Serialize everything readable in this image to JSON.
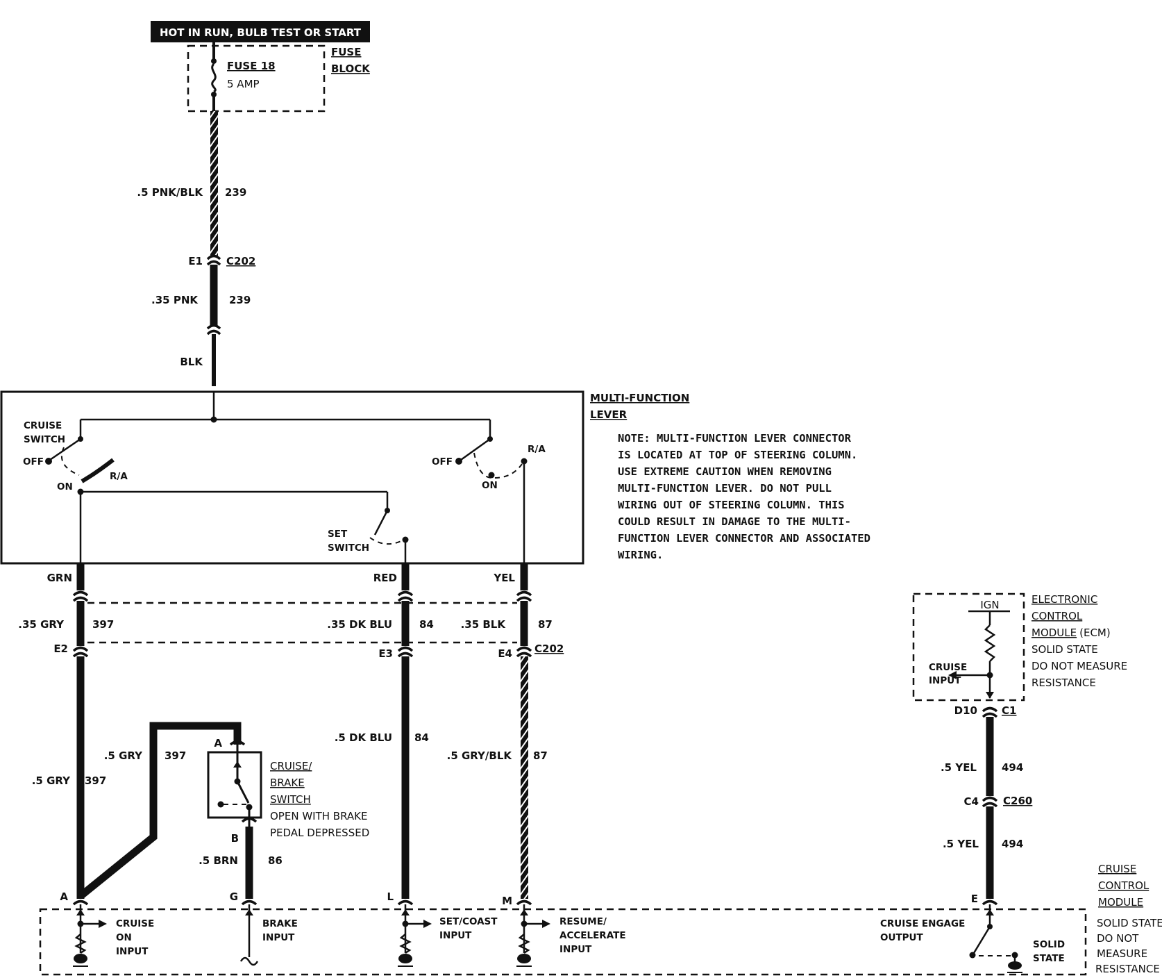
{
  "header_label": "HOT IN RUN, BULB TEST OR START",
  "fuse_block": {
    "fuse_name": "FUSE 18",
    "fuse_rating": "5 AMP",
    "label_line1": "FUSE",
    "label_line2": "BLOCK"
  },
  "top_wire": {
    "upper_gauge_color": ".5 PNK/BLK",
    "upper_circuit": "239",
    "connector_pin": "E1",
    "connector_id": "C202",
    "lower_gauge_color": ".35 PNK",
    "lower_circuit": "239",
    "lever_wire_color": "BLK"
  },
  "multi_function_lever": {
    "label_line1": "MULTI-FUNCTION",
    "label_line2": "LEVER",
    "cruise_switch_line1": "CRUISE",
    "cruise_switch_line2": "SWITCH",
    "left_off": "OFF",
    "left_on": "ON",
    "left_ra": "R/A",
    "right_off": "OFF",
    "right_on": "ON",
    "right_ra": "R/A",
    "set_switch_line1": "SET",
    "set_switch_line2": "SWITCH",
    "out_left": "GRN",
    "out_mid": "RED",
    "out_right": "YEL"
  },
  "note_lines": [
    "NOTE: MULTI-FUNCTION LEVER CONNECTOR",
    "IS LOCATED AT TOP OF STEERING COLUMN.",
    "USE EXTREME CAUTION WHEN REMOVING",
    "MULTI-FUNCTION LEVER. DO NOT PULL",
    "WIRING OUT OF STEERING COLUMN. THIS",
    "COULD RESULT IN DAMAGE TO THE MULTI-",
    "FUNCTION LEVER CONNECTOR AND ASSOCIATED",
    "WIRING."
  ],
  "middle_wires": {
    "left_gauge_color": ".35 GRY",
    "left_circuit": "397",
    "mid_gauge_color": ".35 DK BLU",
    "mid_circuit": "84",
    "right_gauge_color": ".35 BLK",
    "right_circuit": "87",
    "pin_left": "E2",
    "pin_mid": "E3",
    "pin_right": "E4",
    "connector_id": "C202"
  },
  "lower_wires": {
    "gry_branch_gauge": ".5 GRY",
    "gry_branch_circuit": "397",
    "gry_main_gauge": ".5 GRY",
    "gry_main_circuit": "397",
    "dkblu_gauge": ".5 DK BLU",
    "dkblu_circuit": "84",
    "gryblk_gauge": ".5 GRY/BLK",
    "gryblk_circuit": "87",
    "brn_gauge": ".5 BRN",
    "brn_circuit": "86"
  },
  "brake_switch": {
    "pin_top": "A",
    "pin_bottom": "B",
    "label_line1": "CRUISE/",
    "label_line2": "BRAKE",
    "label_line3": "SWITCH",
    "desc_line1": "OPEN WITH BRAKE",
    "desc_line2": "PEDAL DEPRESSED"
  },
  "ecm": {
    "ign_label": "IGN",
    "input_line1": "CRUISE",
    "input_line2": "INPUT",
    "label_line1": "ELECTRONIC",
    "label_line2": "CONTROL",
    "label_line3": "MODULE",
    "label_line3_suffix": "(ECM)",
    "desc_line1": "SOLID STATE",
    "desc_line2": "DO NOT MEASURE",
    "desc_line3": "RESISTANCE",
    "pin": "D10",
    "connector_id": "C1",
    "wire_upper_gauge": ".5 YEL",
    "wire_upper_circuit": "494",
    "c260_pin": "C4",
    "c260_id": "C260",
    "wire_lower_gauge": ".5 YEL",
    "wire_lower_circuit": "494"
  },
  "cruise_module": {
    "label_line1": "CRUISE",
    "label_line2": "CONTROL",
    "label_line3": "MODULE",
    "desc_line1": "SOLID STATE",
    "desc_line2": "DO NOT",
    "desc_line3": "MEASURE",
    "desc_line4": "RESISTANCE",
    "pin_a": "A",
    "pin_g": "G",
    "pin_l": "L",
    "pin_m": "M",
    "pin_e": "E",
    "cruise_on_line1": "CRUISE",
    "cruise_on_line2": "ON",
    "cruise_on_line3": "INPUT",
    "brake_input_line1": "BRAKE",
    "brake_input_line2": "INPUT",
    "set_coast_line1": "SET/COAST",
    "set_coast_line2": "INPUT",
    "resume_line1": "RESUME/",
    "resume_line2": "ACCELERATE",
    "resume_line3": "INPUT",
    "engage_line1": "CRUISE ENGAGE",
    "engage_line2": "OUTPUT",
    "solid_line1": "SOLID",
    "solid_line2": "STATE"
  }
}
